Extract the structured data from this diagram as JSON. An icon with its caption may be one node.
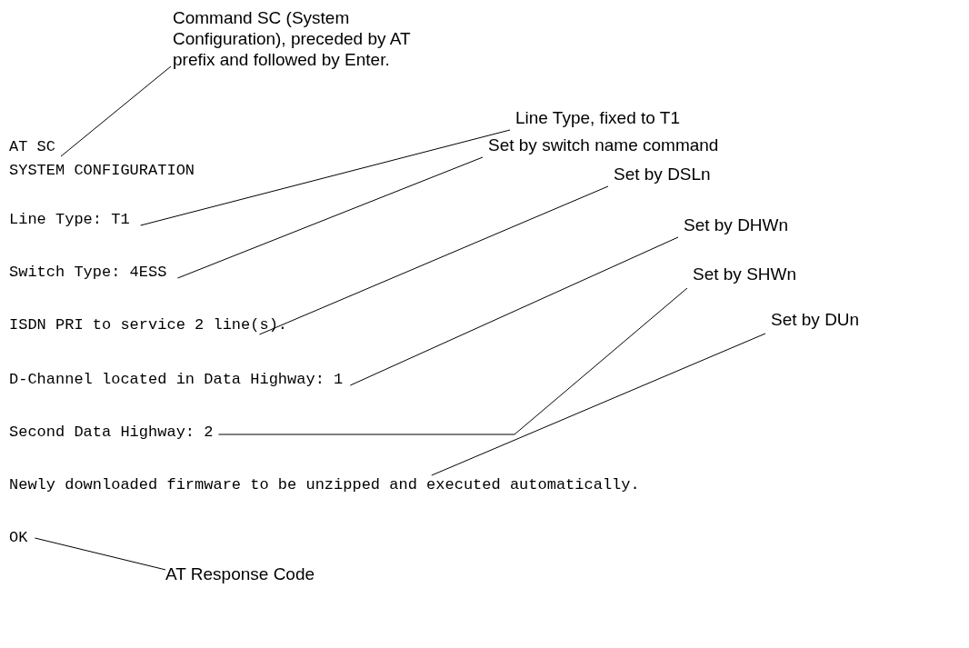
{
  "diagram": {
    "nodes": [
      {
        "text": [
          "Command SC (System Configuration), preceded by AT prefix and followed by Enter."
        ]
      },
      {
        "text": [
          "AT SC"
        ]
      },
      {
        "text": [
          "Line Type, fixed to T1"
        ]
      },
      {
        "text": [
          "Line Type: T1"
        ]
      },
      {
        "text": [
          "Set by switch name command"
        ]
      },
      {
        "text": [
          "Switch Type: 4ESS"
        ]
      },
      {
        "text": [
          "Set by DSLn"
        ]
      },
      {
        "text": [
          "ISDN PRI to service 2 line(s)."
        ]
      },
      {
        "text": [
          "Set by DHWn"
        ]
      },
      {
        "text": [
          "D-Channel located in Data Highway: 1"
        ]
      },
      {
        "text": [
          "Set by SHWn"
        ]
      },
      {
        "text": [
          "Second Data Highway: 2"
        ]
      },
      {
        "text": [
          "Set by DUn"
        ]
      },
      {
        "text": [
          "Newly downloaded firmware to be unzipped and executed automatically."
        ]
      },
      {
        "text": [
          "OK"
        ]
      },
      {
        "text": [
          "AT Response Code"
        ]
      }
    ],
    "edges": [
      {
        "from": 0,
        "to": 1,
        "arrow": "none"
      },
      {
        "from": 2,
        "to": 3,
        "arrow": "none"
      },
      {
        "from": 4,
        "to": 5,
        "arrow": "none"
      },
      {
        "from": 6,
        "to": 7,
        "arrow": "none"
      },
      {
        "from": 8,
        "to": 9,
        "arrow": "none"
      },
      {
        "from": 10,
        "to": 11,
        "arrow": "none"
      },
      {
        "from": 12,
        "to": 13,
        "arrow": "none"
      },
      {
        "from": 15,
        "to": 14,
        "arrow": "none"
      }
    ],
    "labels": [
      "SYSTEM CONFIGURATION"
    ]
  }
}
